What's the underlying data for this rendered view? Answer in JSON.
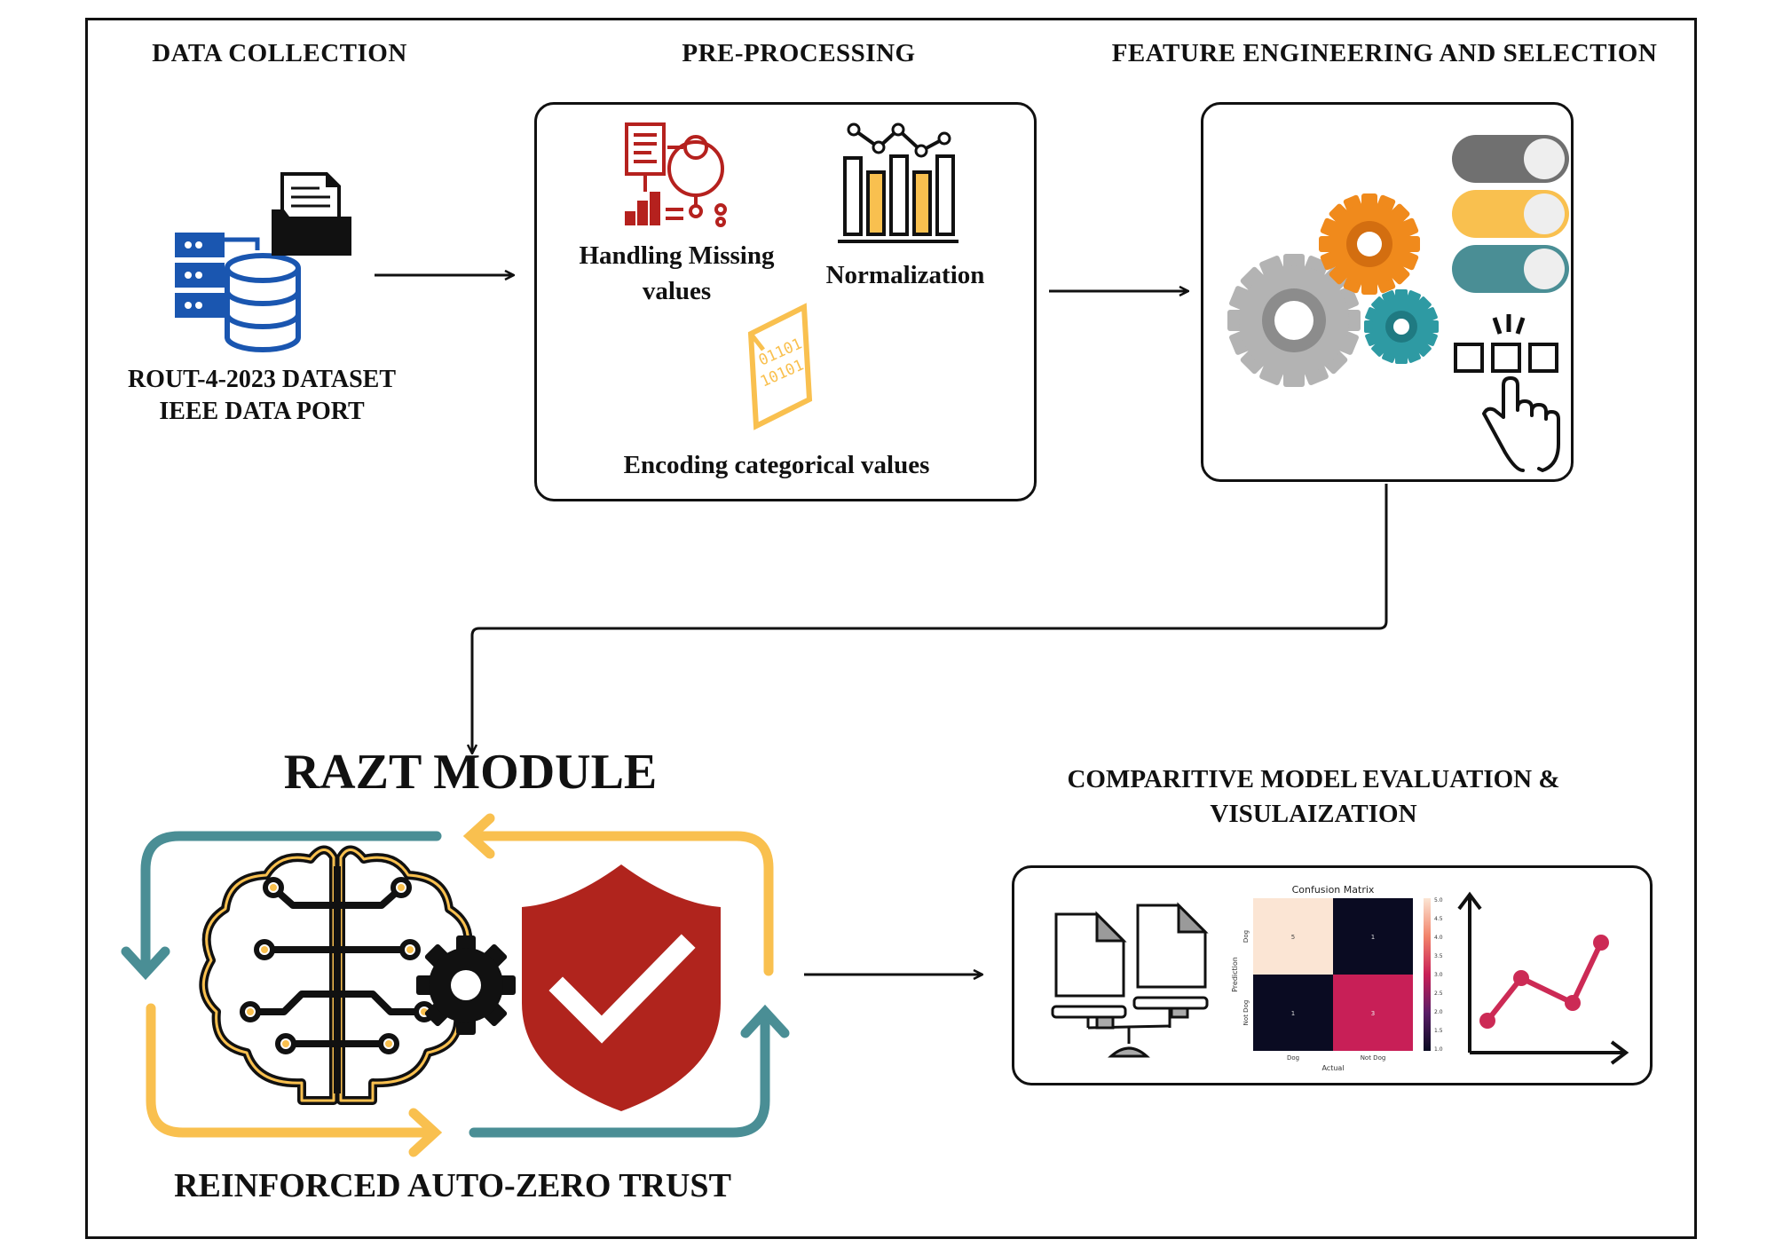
{
  "sections": {
    "data_collection": {
      "heading": "DATA COLLECTION",
      "dataset_line1": "ROUT-4-2023 DATASET",
      "dataset_line2": "IEEE DATA PORT"
    },
    "preprocessing": {
      "heading": "PRE-PROCESSING",
      "missing_line1": "Handling Missing",
      "missing_line2": "values",
      "normalization": "Normalization",
      "encoding": "Encoding categorical values",
      "binary_line1": "01101",
      "binary_line2": "10101"
    },
    "feature": {
      "heading": "FEATURE ENGINEERING AND SELECTION"
    },
    "razt": {
      "title": "RAZT MODULE",
      "subtitle": "REINFORCED AUTO-ZERO TRUST"
    },
    "evaluation": {
      "heading_line1": "COMPARITIVE MODEL EVALUATION &",
      "heading_line2": "VISULAIZATION",
      "confusion_matrix": {
        "title": "Confusion Matrix",
        "xlabel": "Actual",
        "ylabel": "Prediction",
        "x_ticks": [
          "Dog",
          "Not Dog"
        ],
        "y_ticks": [
          "Dog",
          "Not Dog"
        ],
        "cells": [
          [
            5,
            1
          ],
          [
            1,
            3
          ]
        ],
        "colorbar_ticks": [
          "5.0",
          "4.5",
          "4.0",
          "3.5",
          "3.0",
          "2.5",
          "2.0",
          "1.5",
          "1.0"
        ]
      }
    }
  },
  "colors": {
    "blue_icon": "#1a56b0",
    "red_icon": "#b5211e",
    "yellow": "#f9c04f",
    "teal": "#4a8e95",
    "gray_gear": "#b3b3b3",
    "orange_gear": "#f08a1c",
    "teal_gear": "#2e9aa3",
    "shield": "#b0241d",
    "dark": "#111111",
    "line_chart": "#cc2a55"
  }
}
